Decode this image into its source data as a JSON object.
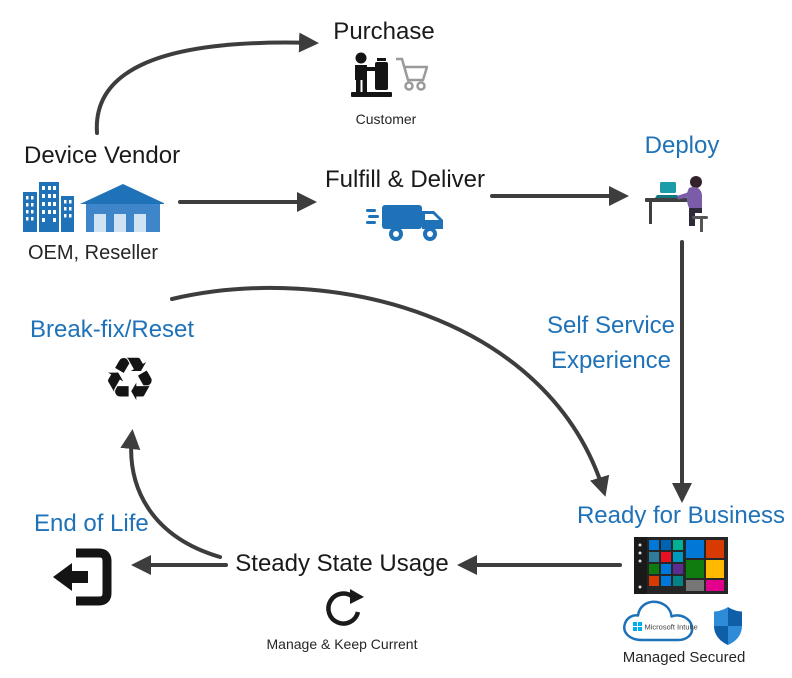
{
  "colors": {
    "blue": "#1F72B8",
    "dark": "#1A1A1A",
    "arrow": "#3D3D3D"
  },
  "nodes": {
    "purchase": {
      "title": "Purchase",
      "caption": "Customer"
    },
    "device_vendor": {
      "title": "Device Vendor",
      "caption": "OEM, Reseller"
    },
    "fulfill_deliver": {
      "title": "Fulfill & Deliver"
    },
    "deploy": {
      "title": "Deploy"
    },
    "self_service": {
      "line1": "Self Service",
      "line2": "Experience"
    },
    "ready_for_business": {
      "title": "Ready for Business",
      "intune_label": "Microsoft Intune",
      "caption": "Managed Secured"
    },
    "break_fix": {
      "title": "Break-fix/Reset",
      "glyph": "♻"
    },
    "steady_state": {
      "title": "Steady State Usage",
      "caption": "Manage & Keep Current"
    },
    "end_of_life": {
      "title": "End of Life"
    }
  }
}
